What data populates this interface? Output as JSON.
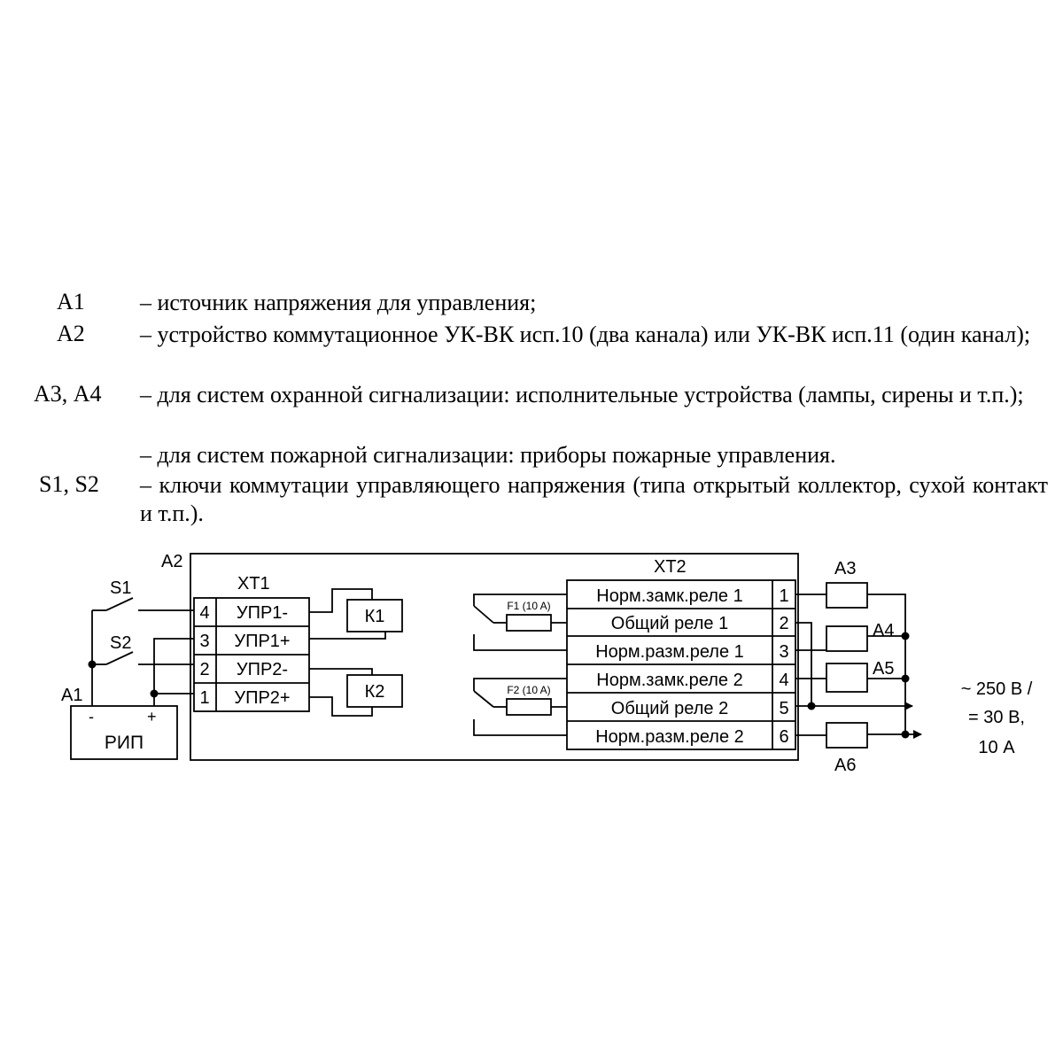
{
  "legend": [
    {
      "key": "А1",
      "text": "– источник напряжения для управления;"
    },
    {
      "key": "А2",
      "text": "– устройство коммутационное УК-ВК исп.10 (два канала) или УК-ВК исп.11 (один канал);"
    },
    {
      "key": "А3, А4",
      "text": "– для систем охранной сигнализации: исполнительные устройства (лампы, сирены и т.п.);"
    },
    {
      "key": "",
      "text": "– для систем пожарной сигнализации: приборы пожарные управления."
    },
    {
      "key": "S1, S2",
      "text": "– ключи коммутации управляющего напряжения (типа открытый коллектор, сухой контакт и т.п.)."
    }
  ],
  "diagram": {
    "a1_label": "А1",
    "a2_label": "А2",
    "a3_label": "А3",
    "a4_label": "А4",
    "a5_label": "А5",
    "a6_label": "А6",
    "s1_label": "S1",
    "s2_label": "S2",
    "rip_label": "РИП",
    "rip_minus": "-",
    "rip_plus": "+",
    "xt1_label": "ХТ1",
    "xt2_label": "ХТ2",
    "k1_label": "К1",
    "k2_label": "К2",
    "f1_label": "F1 (10 A)",
    "f2_label": "F2 (10 A)",
    "xt1_rows": [
      {
        "num": "4",
        "label": "УПР1-"
      },
      {
        "num": "3",
        "label": "УПР1+"
      },
      {
        "num": "2",
        "label": "УПР2-"
      },
      {
        "num": "1",
        "label": "УПР2+"
      }
    ],
    "xt2_rows": [
      {
        "label": "Норм.замк.реле 1",
        "num": "1"
      },
      {
        "label": "Общий реле 1",
        "num": "2"
      },
      {
        "label": "Норм.разм.реле 1",
        "num": "3"
      },
      {
        "label": "Норм.замк.реле 2",
        "num": "4"
      },
      {
        "label": "Общий реле 2",
        "num": "5"
      },
      {
        "label": "Норм.разм.реле 2",
        "num": "6"
      }
    ],
    "supply_label": [
      "~ 250 В /",
      "= 30 В,",
      "10 А"
    ]
  }
}
